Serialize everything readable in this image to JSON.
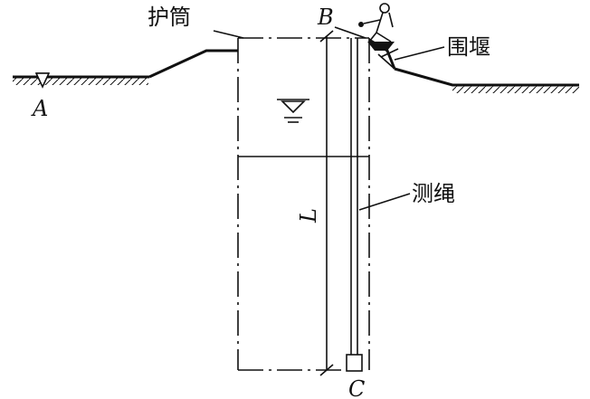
{
  "labels": {
    "casing": "护筒",
    "cofferdam": "围堰",
    "rope": "测绳",
    "point_a": "A",
    "point_b": "B",
    "point_c": "C",
    "length": "L"
  }
}
